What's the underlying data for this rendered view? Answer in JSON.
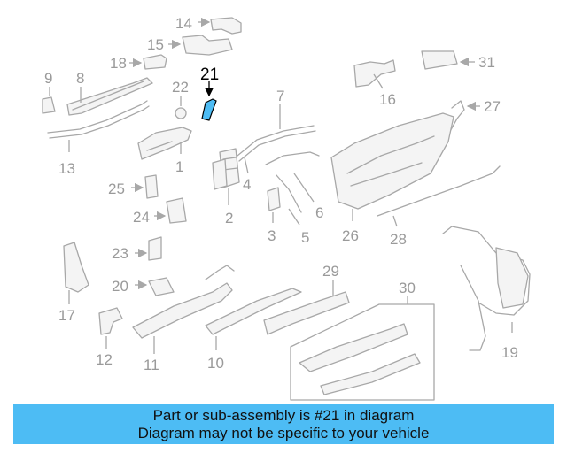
{
  "diagram": {
    "highlighted_part": "21",
    "callouts": [
      "1",
      "2",
      "3",
      "4",
      "5",
      "6",
      "7",
      "8",
      "9",
      "10",
      "11",
      "12",
      "13",
      "14",
      "15",
      "16",
      "17",
      "18",
      "19",
      "20",
      "21",
      "22",
      "23",
      "24",
      "25",
      "26",
      "27",
      "28",
      "29",
      "30",
      "31"
    ],
    "highlight_color": "#4dbcf4"
  },
  "banner": {
    "line1": "Part or sub-assembly is #21 in diagram",
    "line2": "Diagram may not be specific to your vehicle"
  }
}
